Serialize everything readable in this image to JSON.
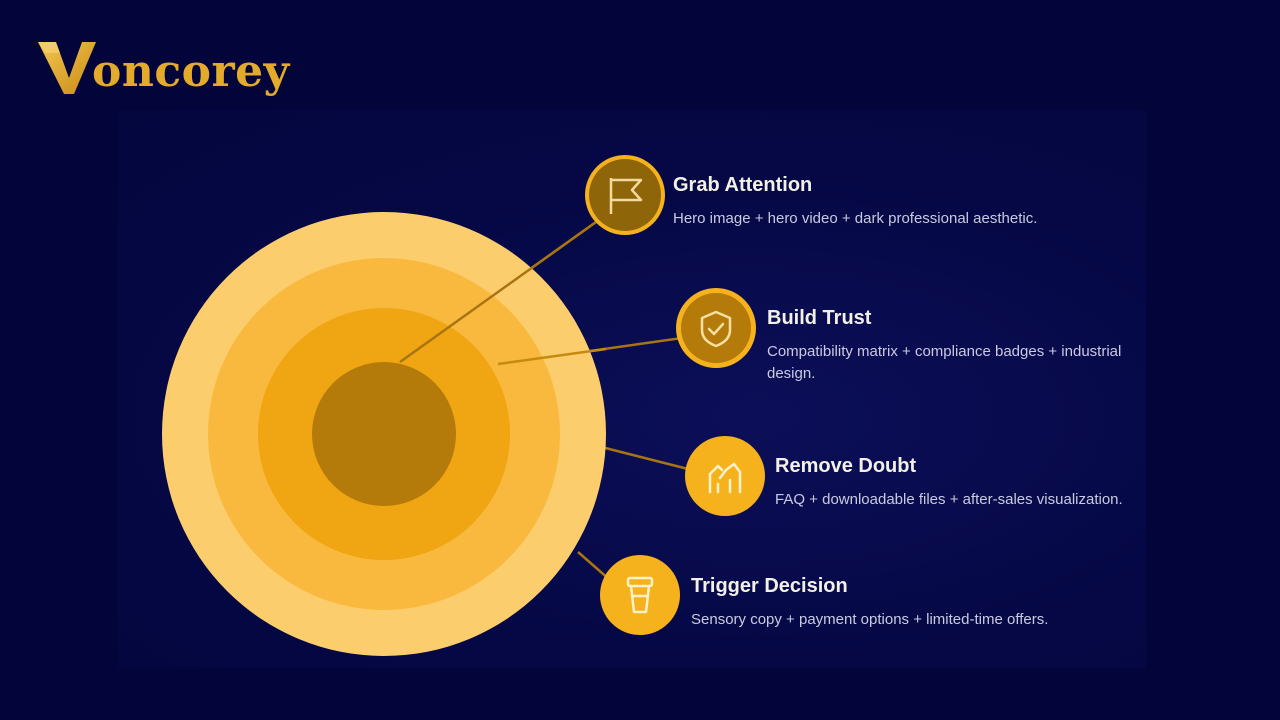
{
  "brand": {
    "name_rest": "oncorey",
    "accent": "#e3aa2c"
  },
  "diagram": {
    "colors": {
      "ring_outer": "#fccd6d",
      "ring_2": "#f9b93e",
      "ring_3": "#f0a512",
      "core": "#b57b0a",
      "connector": "#a87412",
      "icon_gold": "#f5b21d",
      "icon_dark": "#8e6508"
    },
    "layers": [
      {
        "title": "Grab Attention",
        "description": "Hero image + hero video + dark professional aesthetic.",
        "icon": "flag-icon"
      },
      {
        "title": "Build Trust",
        "description": "Compatibility matrix + compliance badges + industrial design.",
        "icon": "shield-check-icon"
      },
      {
        "title": "Remove Doubt",
        "description": "FAQ + downloadable files + after-sales visualization.",
        "icon": "handshake-icon"
      },
      {
        "title": "Trigger Decision",
        "description": "Sensory copy + payment options + limited-time offers.",
        "icon": "cup-icon"
      }
    ]
  }
}
